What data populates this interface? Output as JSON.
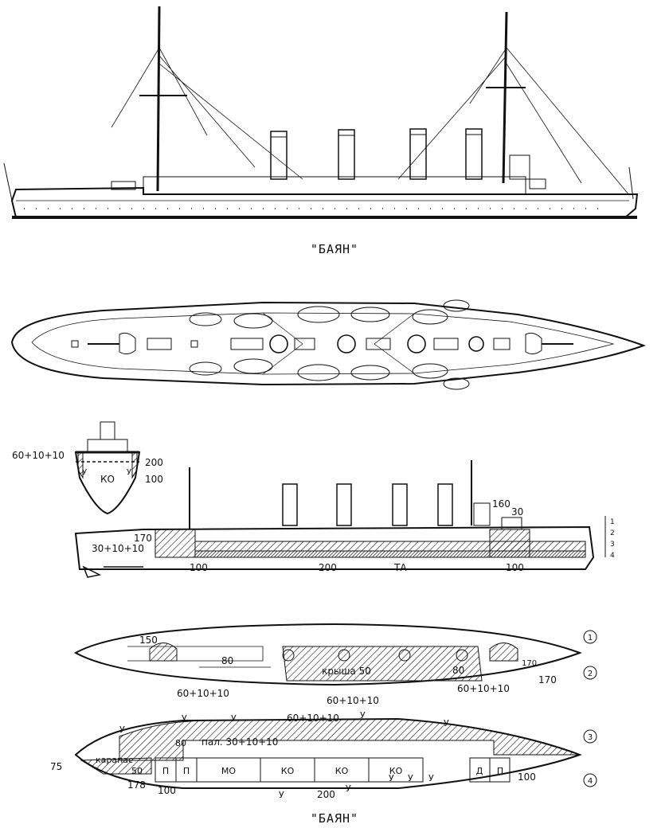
{
  "titles": {
    "top": "\"БАЯН\"",
    "bottom": "\"БАЯН\""
  },
  "section": {
    "left": "60+10+10",
    "right_upper": "200",
    "right_lower": "100",
    "compartment": "КО",
    "marker_left": "У",
    "marker_right": "У"
  },
  "armor_profile": {
    "turret_fore": "170",
    "belt_fore": "30+10+10",
    "belt_fore_end": "100",
    "belt_mid": "200",
    "torpedo": "ТА",
    "belt_aft_end": "100",
    "turret_aft_a": "160",
    "turret_aft_b": "30",
    "level_marks": [
      "1",
      "2",
      "3",
      "4"
    ]
  },
  "deck_plan_upper": {
    "turret_left": "150",
    "bulkhead_left": "80",
    "roof": "крыша 50",
    "bulkhead_right": "80",
    "turret_right": "170",
    "turret_right_outer": "170",
    "deck_a": "60+10+10",
    "deck_b": "60+10+10",
    "deck_c": "60+10+10",
    "circle_1": "1",
    "circle_2": "2"
  },
  "deck_plan_lower": {
    "top_center": "60+10+10",
    "markers_top": [
      "У",
      "У",
      "У",
      "У",
      "У"
    ],
    "bulkhead": "80",
    "deck": "пал. 30+10+10",
    "carapace_a": "карапас",
    "carapace_b": "50",
    "bow_number": "75",
    "compartments": [
      "П",
      "П",
      "МО",
      "КО",
      "КО",
      "КО",
      "Д",
      "П"
    ],
    "aft_number": "100",
    "bottom_left_a": "178",
    "bottom_left_b": "100",
    "bottom_center": "200",
    "markers_bottom": [
      "У",
      "У",
      "У",
      "У",
      "У"
    ],
    "circle_3": "3",
    "circle_4": "4"
  }
}
